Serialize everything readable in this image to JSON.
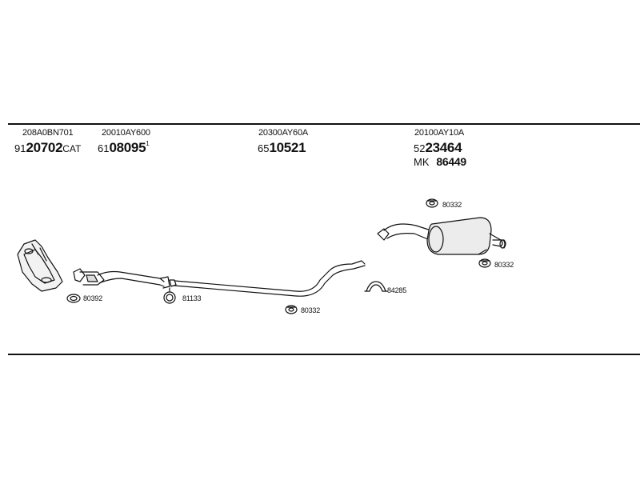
{
  "columns": [
    {
      "oem": "208A0BN701",
      "prefix": "91",
      "main": "20702",
      "suffix": "CAT"
    },
    {
      "oem": "20010AY600",
      "prefix": "61",
      "main": "08095",
      "suffix": "1"
    },
    {
      "oem": "20300AY60A",
      "prefix": "65",
      "main": "10521",
      "suffix": ""
    },
    {
      "oem": "20100AY10A",
      "prefix": "52",
      "main": "23464",
      "suffix": "",
      "extra_prefix": "MK",
      "extra_main": "86449"
    }
  ],
  "callouts": [
    {
      "id": "80392",
      "text": "80392"
    },
    {
      "id": "81133",
      "text": "81133"
    },
    {
      "id": "80332a",
      "text": "80332"
    },
    {
      "id": "84285",
      "text": "84285"
    },
    {
      "id": "80332b",
      "text": "80332"
    },
    {
      "id": "80332c",
      "text": "80332"
    }
  ]
}
